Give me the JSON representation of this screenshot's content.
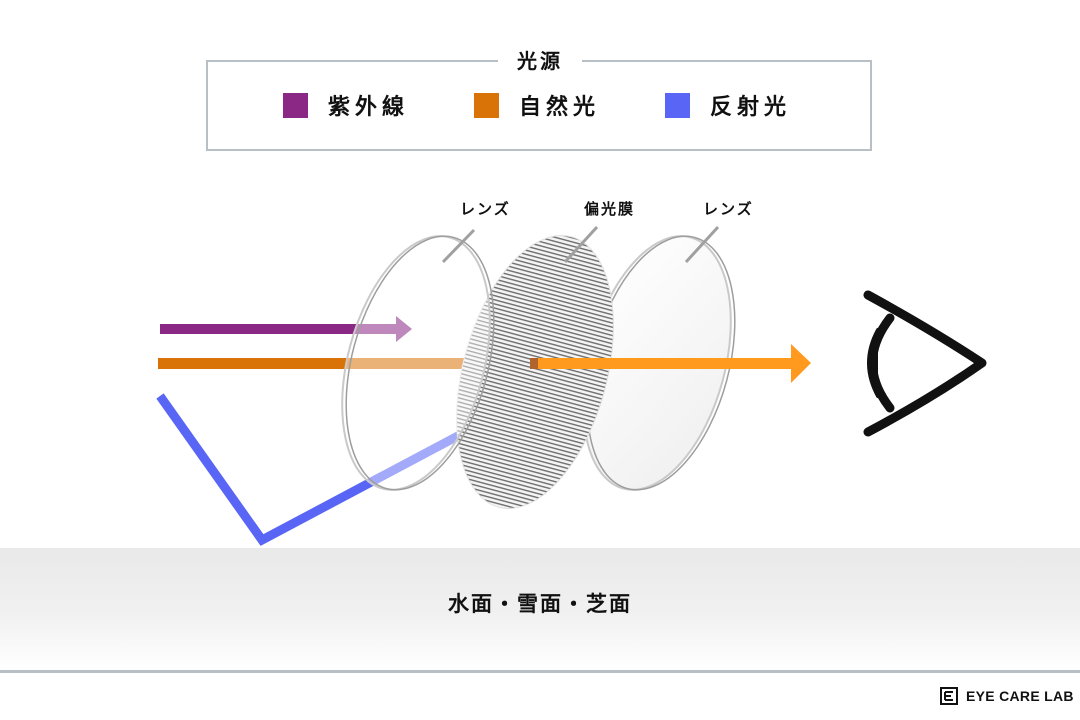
{
  "legend": {
    "title": "光源",
    "items": [
      {
        "label": "紫外線",
        "color": "#8b2785"
      },
      {
        "label": "自然光",
        "color": "#d97307"
      },
      {
        "label": "反射光",
        "color": "#5865f5"
      }
    ]
  },
  "labels": {
    "lens_front": "レンズ",
    "polarizer": "偏光膜",
    "lens_back": "レンズ"
  },
  "surface": {
    "label": "水面・雪面・芝面"
  },
  "brand": {
    "name": "EYE CARE LAB"
  },
  "colors": {
    "uv": "#8b2785",
    "natural": "#d97307",
    "natural_passed": "#ff9a1f",
    "reflected": "#5865f5",
    "frame": "#b9c0c5"
  }
}
